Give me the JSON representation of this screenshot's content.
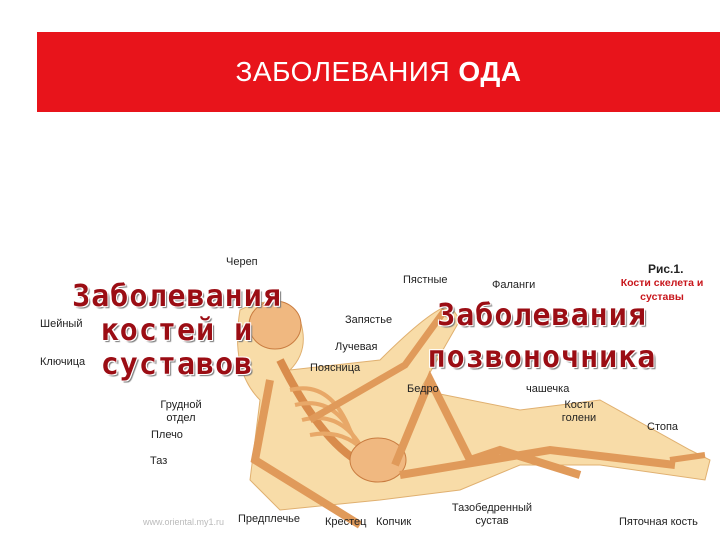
{
  "slide": {
    "title_regular": "ЗАБОЛЕВАНИЯ ",
    "title_bold": "ОДА",
    "banner_color": "#e8141b"
  },
  "overlay": {
    "left": [
      "Заболевания",
      "костей и",
      "суставов"
    ],
    "right": [
      "Заболевания",
      "позвоночника"
    ],
    "color": "#9b0d14"
  },
  "figure": {
    "number": "Рис.1.",
    "caption": "Кости скелета и суставы",
    "watermark": "www.oriental.my1.ru",
    "labels": {
      "skull": "Череп",
      "cervical": "Шейный",
      "clavicle": "Ключица",
      "thoracic": "Грудной отдел",
      "humerus": "Плечо",
      "pelvis": "Таз",
      "forearm": "Предплечье",
      "sacrum": "Крестец",
      "coccyx": "Копчик",
      "lumbar": "Поясница",
      "radius": "Лучевая",
      "wrist": "Запястье",
      "metacarpal": "Пястные",
      "phalanges": "Фаланги",
      "femur": "Бедро",
      "patella": "чашечка",
      "shin": "Кости голени",
      "foot": "Стопа",
      "hip_joint": "Тазобедренный сустав",
      "heel": "Пяточная кость"
    }
  }
}
